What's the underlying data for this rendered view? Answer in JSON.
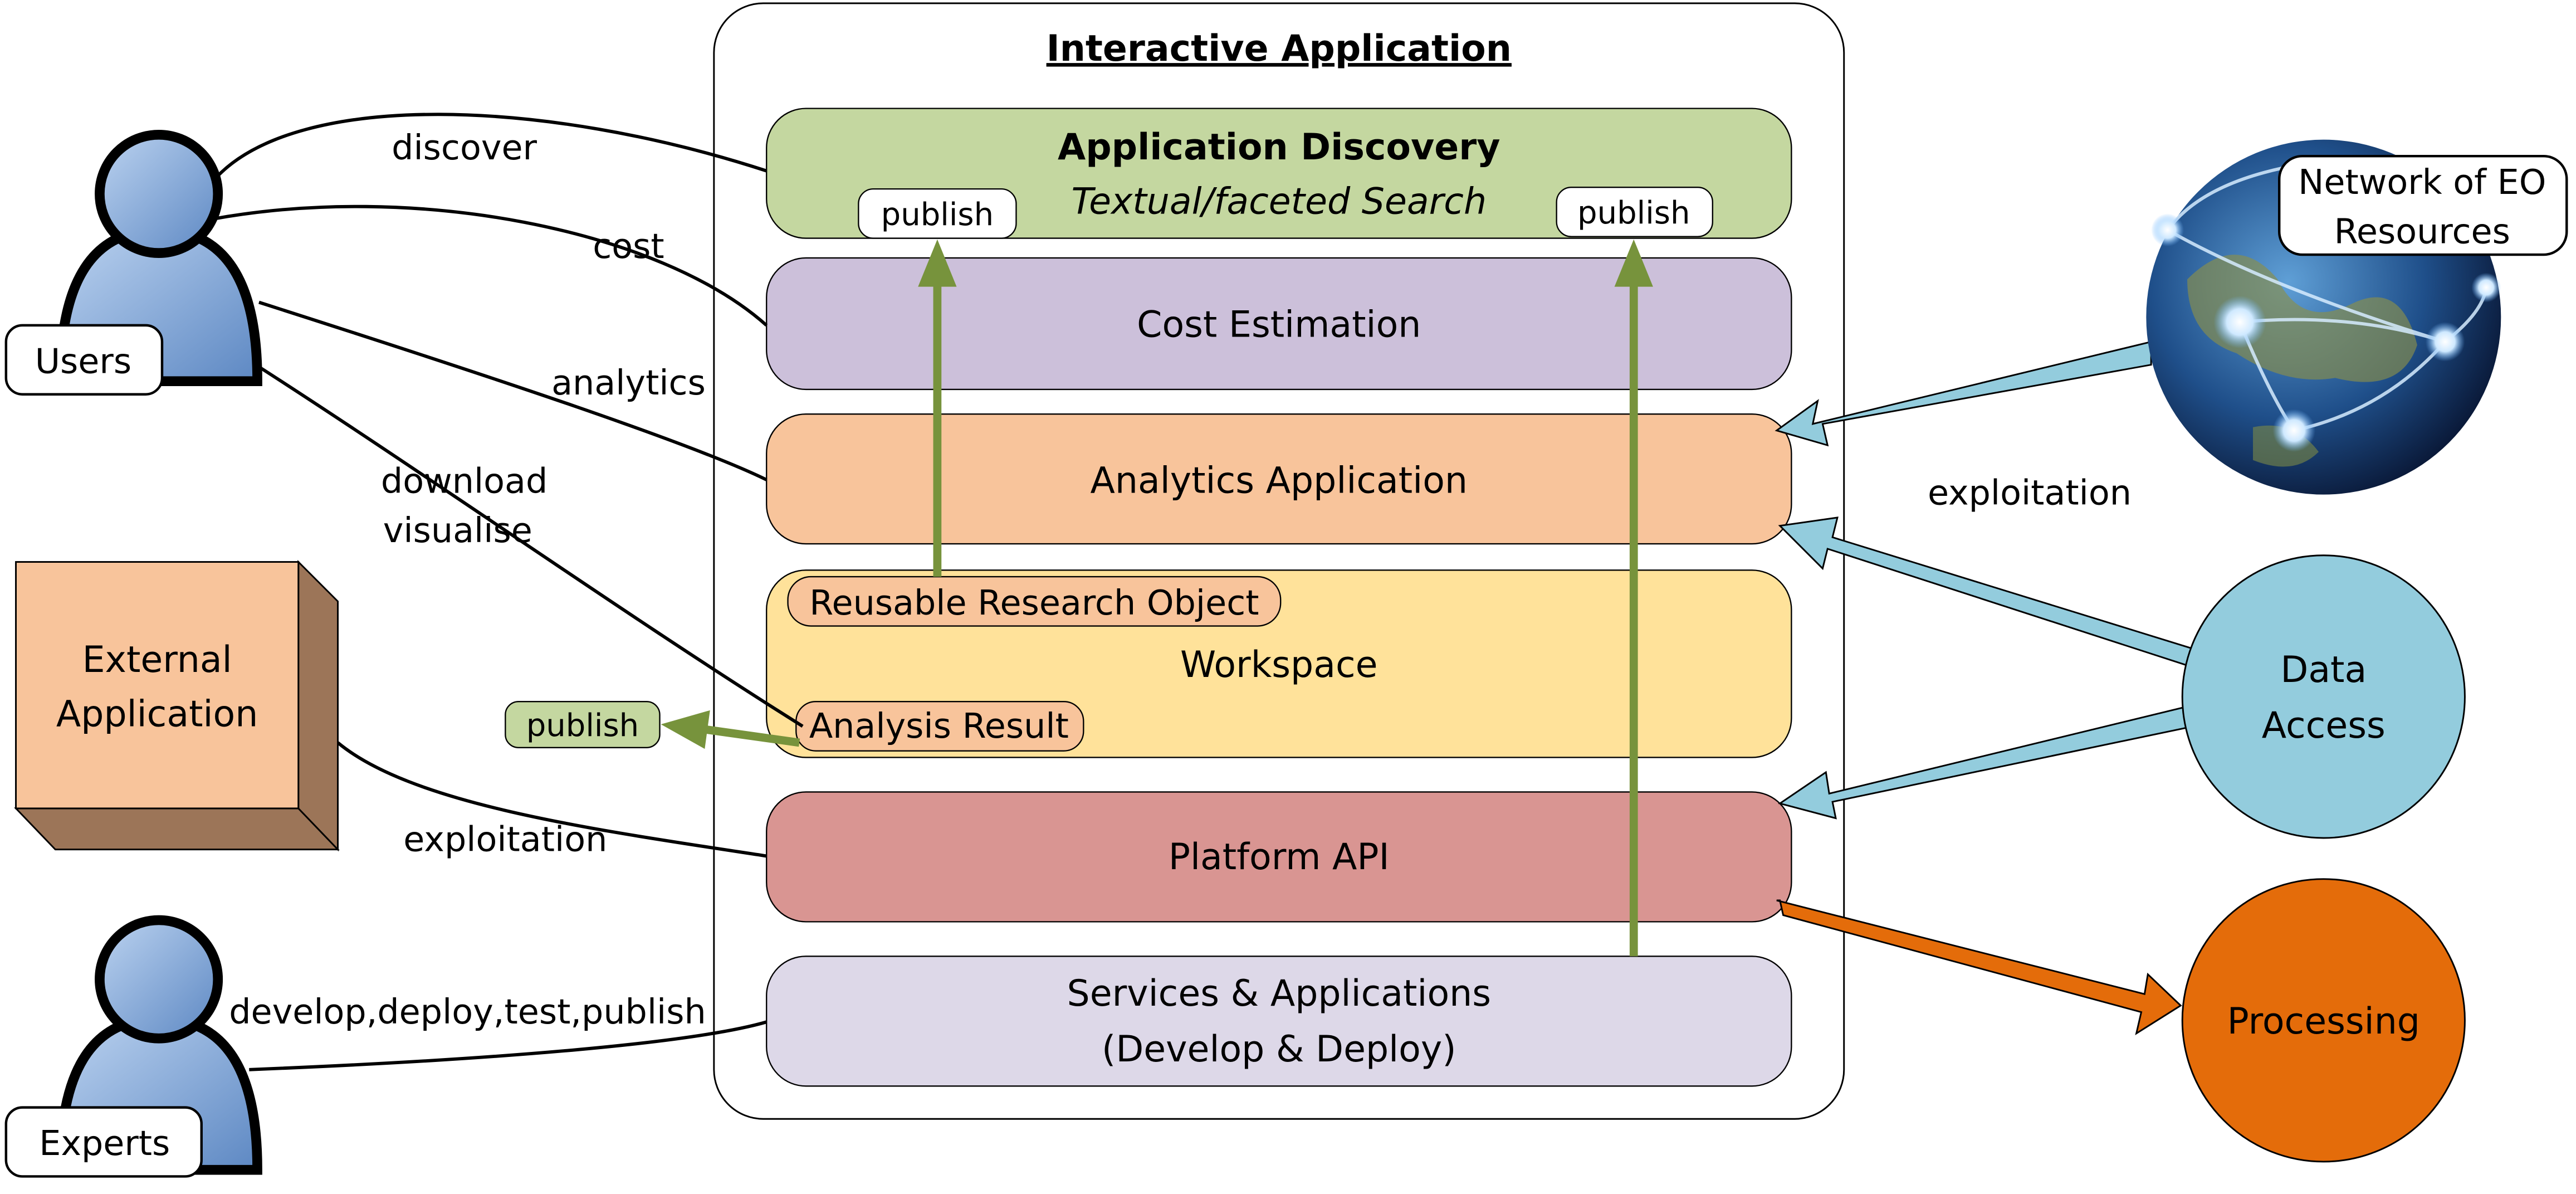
{
  "title": "Interactive Application",
  "layers": {
    "discovery": {
      "title": "Application Discovery",
      "subtitle": "Textual/faceted Search",
      "color": "#c4d7a0"
    },
    "cost": {
      "label": "Cost Estimation",
      "color": "#ccc0da"
    },
    "analytics": {
      "label": "Analytics Application",
      "color": "#f8c49b"
    },
    "workspace": {
      "label": "Workspace",
      "color": "#ffe29a"
    },
    "platform_api": {
      "label": "Platform API",
      "color": "#d99592"
    },
    "services": {
      "line1": "Services & Applications",
      "line2": "(Develop & Deploy)",
      "color": "#ddd8e8"
    }
  },
  "workspace_items": {
    "reusable": "Reusable Research Object",
    "analysis": "Analysis Result",
    "chip_color": "#f8c49b"
  },
  "publish": {
    "left": "publish",
    "right": "publish",
    "outside": "publish"
  },
  "actors": {
    "users": "Users",
    "experts": "Experts",
    "person_color": "#7ea6d8"
  },
  "external": {
    "line1": "External",
    "line2": "Application",
    "front": "#f8c49b",
    "side": "#9c7558"
  },
  "user_links": {
    "discover": "discover",
    "cost": "cost",
    "analytics": "analytics",
    "download": "download",
    "visualise": "visualise",
    "exploitation": "exploitation",
    "expert": "develop,deploy,test,publish"
  },
  "right": {
    "network_line1": "Network of EO",
    "network_line2": "Resources",
    "exploitation": "exploitation",
    "data_line1": "Data",
    "data_line2": "Access",
    "data_color": "#93ccdd",
    "processing": "Processing",
    "processing_color": "#e46c0a"
  },
  "arrow_colors": {
    "publish": "#77933c",
    "access": "#93ccdd",
    "processing": "#e46c0a"
  }
}
